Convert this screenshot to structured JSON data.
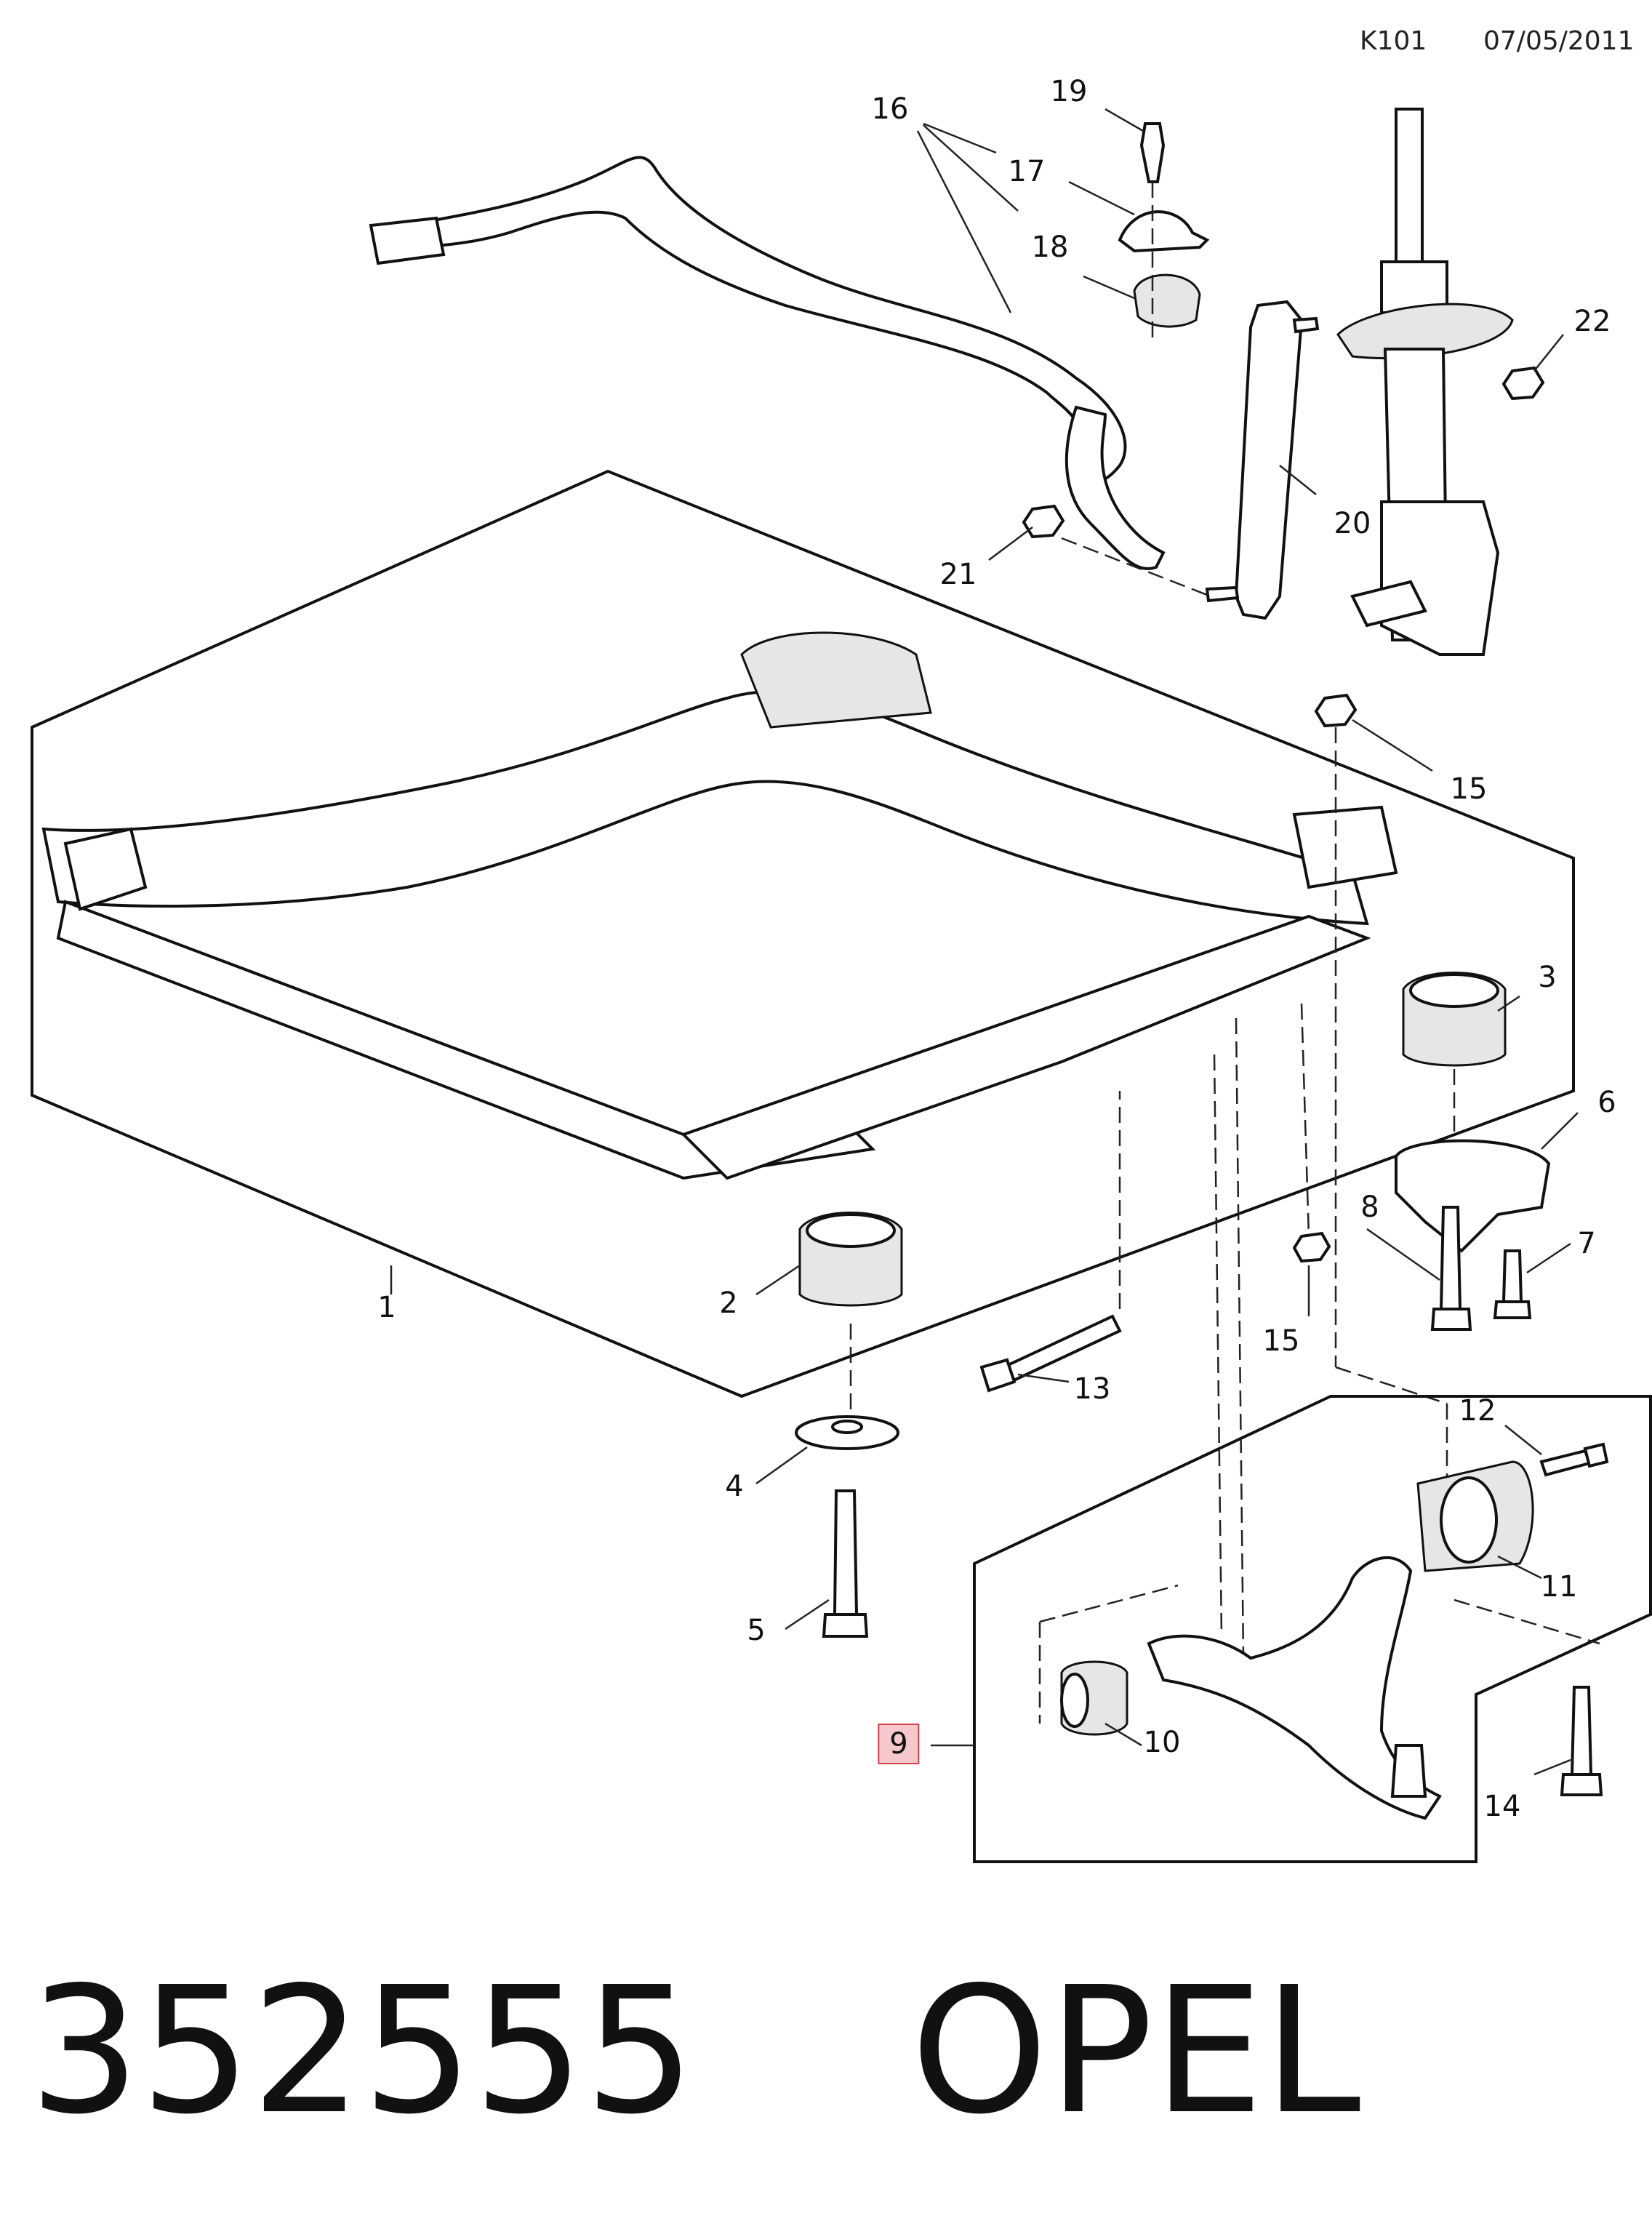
{
  "header": {
    "code": "K101",
    "date": "07/05/2011"
  },
  "callouts": [
    {
      "id": "1",
      "label": "1"
    },
    {
      "id": "2",
      "label": "2"
    },
    {
      "id": "3",
      "label": "3"
    },
    {
      "id": "4",
      "label": "4"
    },
    {
      "id": "5",
      "label": "5"
    },
    {
      "id": "6",
      "label": "6"
    },
    {
      "id": "7",
      "label": "7"
    },
    {
      "id": "8",
      "label": "8"
    },
    {
      "id": "9",
      "label": "9",
      "highlighted": true
    },
    {
      "id": "10",
      "label": "10"
    },
    {
      "id": "11",
      "label": "11"
    },
    {
      "id": "12",
      "label": "12"
    },
    {
      "id": "13",
      "label": "13"
    },
    {
      "id": "14",
      "label": "14"
    },
    {
      "id": "15a",
      "label": "15"
    },
    {
      "id": "15b",
      "label": "15"
    },
    {
      "id": "16",
      "label": "16"
    },
    {
      "id": "17",
      "label": "17"
    },
    {
      "id": "18",
      "label": "18"
    },
    {
      "id": "19",
      "label": "19"
    },
    {
      "id": "20",
      "label": "20"
    },
    {
      "id": "21",
      "label": "21"
    },
    {
      "id": "22",
      "label": "22"
    }
  ],
  "footer": {
    "part_number": "352555",
    "brand": "OPEL"
  },
  "colors": {
    "line": "#111111",
    "highlight_fill": "#f6c8cc",
    "highlight_border": "#d0434f"
  }
}
